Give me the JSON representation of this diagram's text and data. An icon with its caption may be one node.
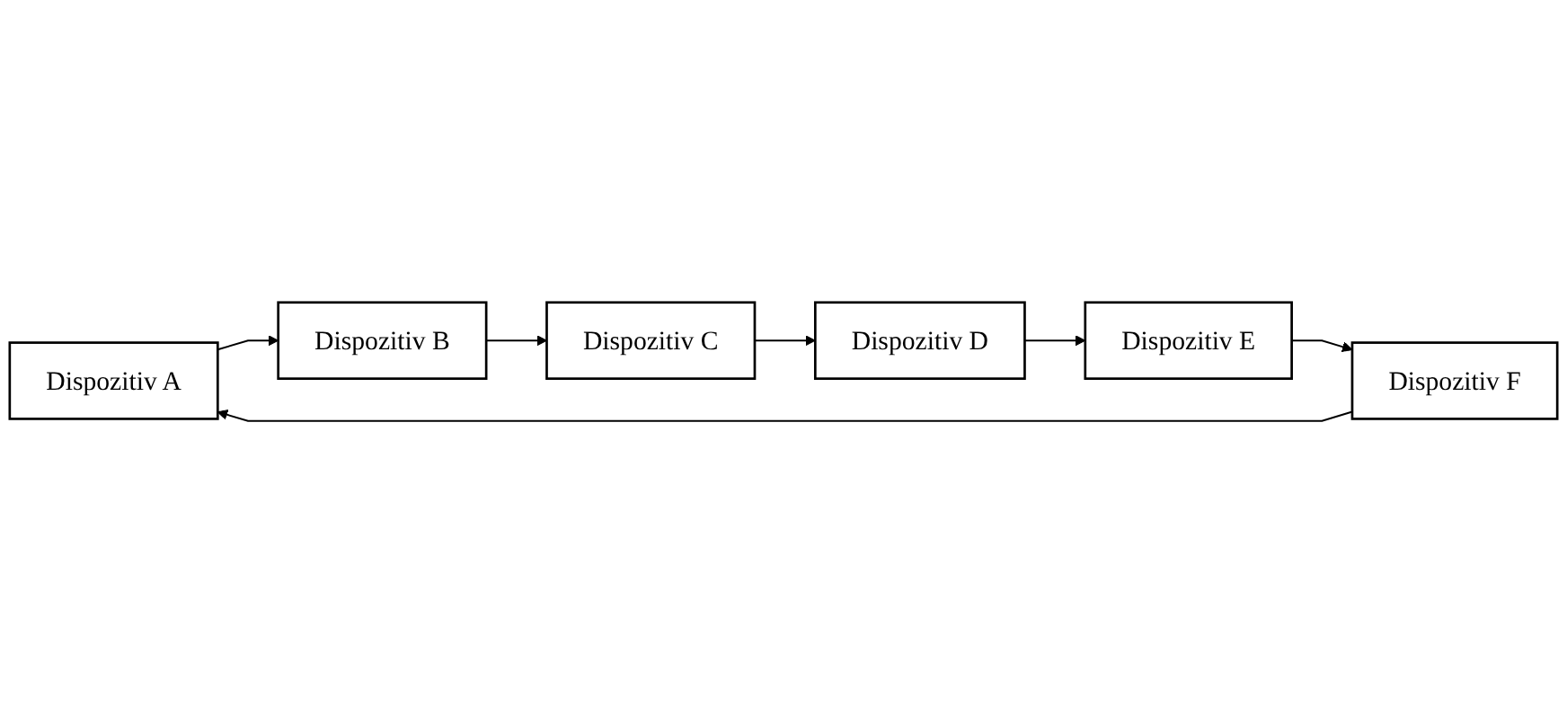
{
  "diagram": {
    "nodes": [
      {
        "text": [
          "Dispozitiv A"
        ]
      },
      {
        "text": [
          "Dispozitiv B"
        ]
      },
      {
        "text": [
          "Dispozitiv C"
        ]
      },
      {
        "text": [
          "Dispozitiv D"
        ]
      },
      {
        "text": [
          "Dispozitiv E"
        ]
      },
      {
        "text": [
          "Dispozitiv F"
        ]
      }
    ],
    "edges": [
      {
        "from": 0,
        "to": 1,
        "arrow": "to"
      },
      {
        "from": 1,
        "to": 2,
        "arrow": "to"
      },
      {
        "from": 2,
        "to": 3,
        "arrow": "to"
      },
      {
        "from": 3,
        "to": 4,
        "arrow": "to"
      },
      {
        "from": 4,
        "to": 5,
        "arrow": "to"
      },
      {
        "from": 5,
        "to": 0,
        "arrow": "to"
      }
    ]
  }
}
